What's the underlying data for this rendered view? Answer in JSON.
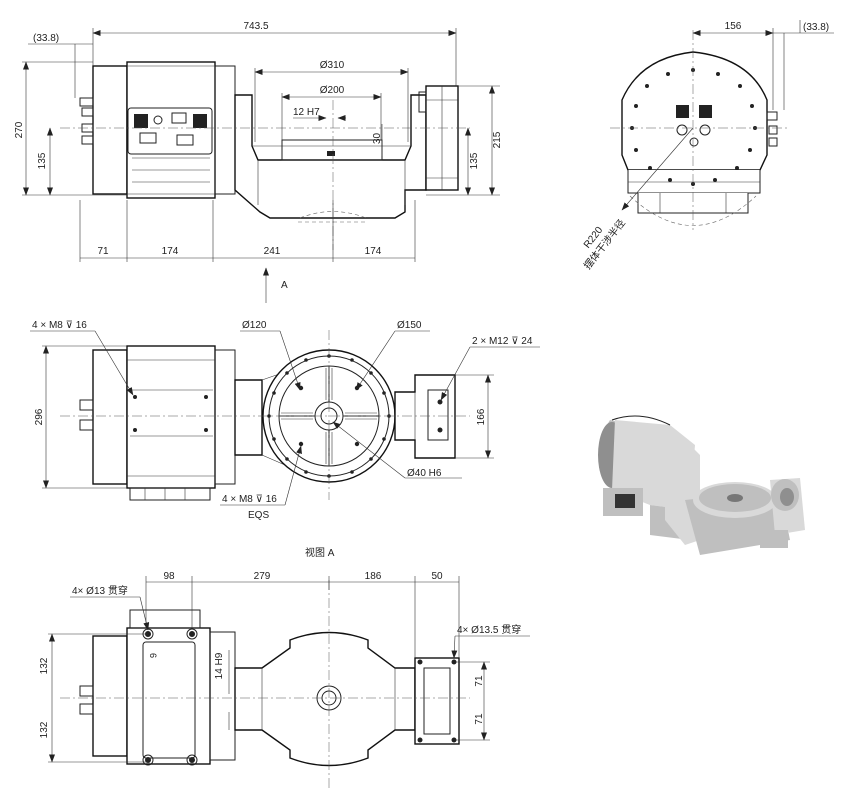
{
  "top_view": {
    "dims": {
      "overall": "743.5",
      "left_offset": "(33.8)",
      "d310": "Ø310",
      "d200": "Ø200",
      "slot": "12 H7",
      "depth30": "30",
      "h270": "270",
      "h135": "135",
      "h215": "215",
      "h135r": "135",
      "w71": "71",
      "w174a": "174",
      "w241": "241",
      "w174b": "174"
    },
    "arrow_label": "A"
  },
  "side_view": {
    "dims": {
      "w156": "156",
      "r_offset": "(33.8)",
      "radius": "R220",
      "radius_note": "摆体干涉半径"
    }
  },
  "front_view": {
    "dims": {
      "holes_left": "4 × M8 ⊽ 16",
      "d120": "Ø120",
      "d150": "Ø150",
      "holes_right": "2 × M12 ⊽ 24",
      "h296": "296",
      "h166": "166",
      "d40": "Ø40 H6",
      "holes_bottom": "4 × M8 ⊽ 16",
      "eqs": "EQS"
    },
    "caption": "视图 A"
  },
  "bottom_view": {
    "dims": {
      "w98": "98",
      "w279": "279",
      "w186": "186",
      "w50": "50",
      "holes_left": "4× Ø13 贯穿",
      "holes_right": "4× Ø13.5 贯穿",
      "h132a": "132",
      "h132b": "132",
      "slot": "14 H9",
      "h71a": "71",
      "h71b": "71",
      "mark6": "6"
    }
  }
}
